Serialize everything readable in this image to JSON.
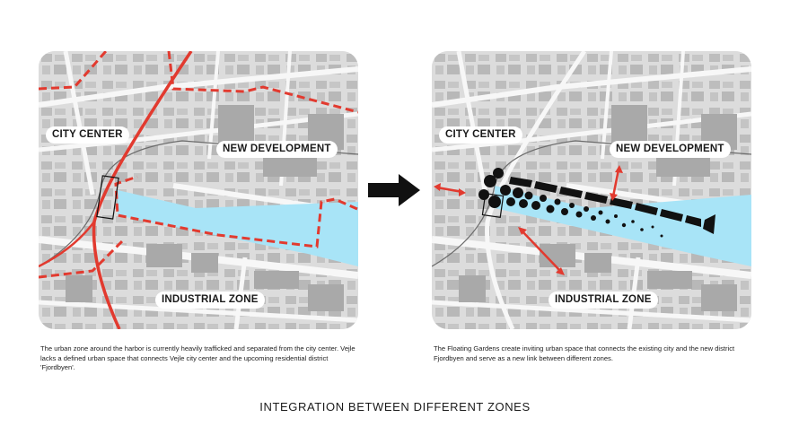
{
  "left_panel": {
    "labels": {
      "city_center": "CITY CENTER",
      "new_development": "NEW DEVELOPMENT",
      "industrial_zone": "INDUSTRIAL ZONE"
    },
    "caption": "The urban zone around the harbor is currently heavily trafficked and separated from the city center. Vejle lacks a defined urban space that connects Vejle city center and the upcoming residential district 'Fjordbyen'."
  },
  "right_panel": {
    "labels": {
      "city_center": "CITY CENTER",
      "new_development": "NEW DEVELOPMENT",
      "industrial_zone": "INDUSTRIAL ZONE"
    },
    "caption": "The Floating Gardens create inviting urban space that connects the existing city and the new district Fjordbyen and serve as a new link between different zones."
  },
  "title": "INTEGRATION BETWEEN DIFFERENT ZONES",
  "colors": {
    "water": "#a8e4f7",
    "road_red": "#e23a2f",
    "map_base": "#dcdcdc",
    "building": "#b9b9b9",
    "street": "#f7f7f7"
  },
  "icons": {
    "transition": "right-arrow-icon",
    "connection": "double-arrow-icon"
  }
}
